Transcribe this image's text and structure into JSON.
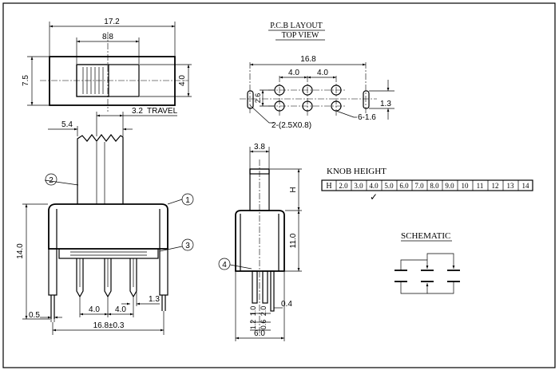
{
  "colors": {
    "ink": "#000000",
    "paper": "#ffffff"
  },
  "top_view": {
    "overall_width": "17.2",
    "knob_window_width": "8.8",
    "overall_height": "7.5",
    "knob_height": "4.0"
  },
  "travel": {
    "value": "3.2",
    "label": "TRAVEL"
  },
  "front_view": {
    "knob_width": "5.4",
    "height": "14.0",
    "pin_offset": "0.5",
    "pitch_1": "4.0",
    "pitch_2": "4.0",
    "pin_width": "1.3",
    "pin_span": "16.8±0.3",
    "callouts": [
      "1",
      "2",
      "3",
      "4"
    ]
  },
  "pcb_layout": {
    "title_line1": "P.C.B LAYOUT",
    "title_line2": "TOP VIEW",
    "span": "16.8",
    "pitch_1": "4.0",
    "pitch_2": "4.0",
    "row_gap": "2.6",
    "edge": "1.3",
    "slot_label": "2-(2.5X0.8)",
    "hole_label": "6-1.6"
  },
  "side_view": {
    "knob_width": "3.8",
    "knob_height": "H",
    "body_height": "11.0",
    "pin_thickness": "0.4",
    "dim_a": "1.0",
    "dim_b": "2.0",
    "dim_c": "1.2",
    "dim_d": "0.6",
    "width": "6.0"
  },
  "knob_height_table": {
    "title": "KNOB HEIGHT",
    "header": "H",
    "values": [
      "2.0",
      "3.0",
      "4.0",
      "5.0",
      "6.0",
      "7.0",
      "8.0",
      "9.0",
      "10",
      "11",
      "12",
      "13",
      "14"
    ],
    "selected_value": "4.0",
    "check_mark": "✓"
  },
  "schematic": {
    "title": "SCHEMATIC"
  }
}
